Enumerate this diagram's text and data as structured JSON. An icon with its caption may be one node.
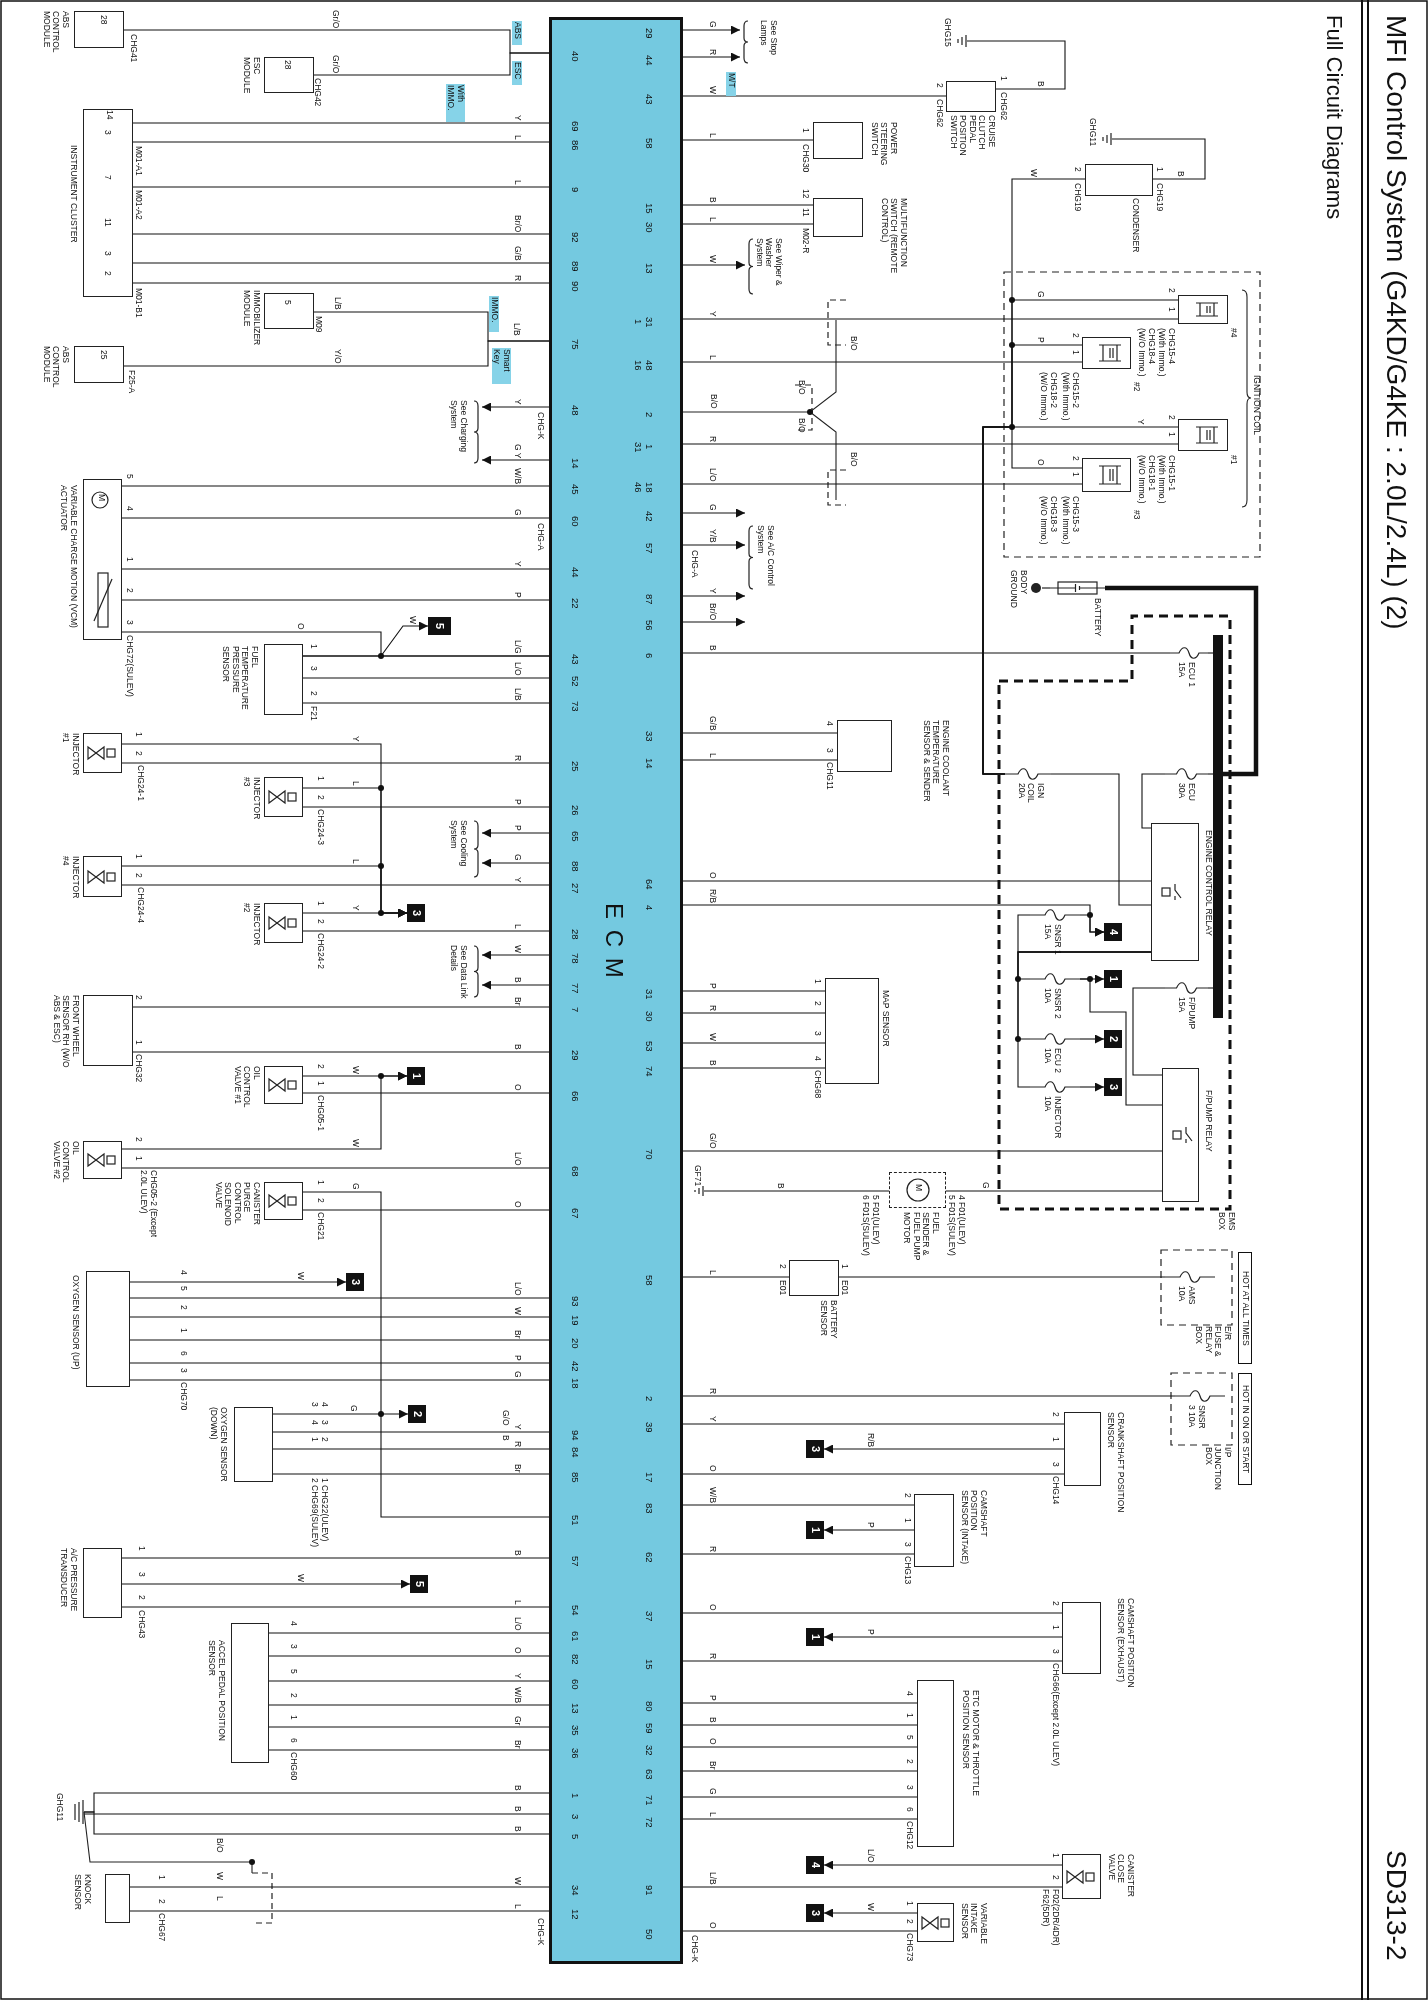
{
  "diagram": {
    "title": "MFI Control System (G4KD/G4KE : 2.0L/2.4L) (2)",
    "nodes": [
      {
        "text": [
          "E C M",
          "40",
          "69",
          "86",
          "9",
          "92",
          "89",
          "90",
          "75",
          "48",
          "14",
          "45",
          "60",
          "44",
          "22",
          "43",
          "52",
          "73",
          "25",
          "26",
          "65",
          "88",
          "27",
          "28",
          "78",
          "77",
          "7",
          "29",
          "66",
          "68",
          "67",
          "93",
          "19",
          "20",
          "42",
          "18",
          "94",
          "84",
          "85",
          "51",
          "57",
          "54",
          "61",
          "82",
          "60",
          "13",
          "35",
          "36",
          "1",
          "3",
          "5",
          "34",
          "12",
          "29",
          "44",
          "43",
          "58",
          "15",
          "30",
          "13",
          "31 1",
          "48 16",
          "2",
          "1 31",
          "18 46",
          "42",
          "57",
          "87",
          "56",
          "6",
          "33",
          "14",
          "64",
          "4",
          "31",
          "30",
          "53",
          "74",
          "70",
          "58",
          "2",
          "39",
          "17",
          "83",
          "62",
          "37",
          "15",
          "80",
          "59",
          "32",
          "63",
          "71",
          "72",
          "91",
          "50"
        ]
      },
      {
        "text": [
          "ABS CONTROL MODULE",
          "28",
          "CHG41"
        ]
      },
      {
        "text": [
          "ESC MODULE",
          "28",
          "CHG42"
        ]
      },
      {
        "text": [
          "INSTRUMENT CLUSTER",
          "14",
          "3",
          "7",
          "11",
          "3",
          "2",
          "M01-A1",
          "M01-A2",
          "M01-B1"
        ]
      },
      {
        "text": [
          "IMMOBILIZER MODULE",
          "5",
          "M09"
        ]
      },
      {
        "text": [
          "ABS CONTROL MODULE",
          "25",
          "F25-A"
        ]
      },
      {
        "text": [
          "See Charging System"
        ]
      },
      {
        "text": [
          "VARIABLE CHARGE MOTION (VCM) ACTUATOR",
          "M",
          "5",
          "4",
          "1",
          "2",
          "3",
          "CHG72(SULEV)"
        ]
      },
      {
        "text": [
          "FUEL TEMPERATURE PRESSURE SENSOR",
          "1",
          "3",
          "2",
          "F21"
        ]
      },
      {
        "text": [
          "5"
        ]
      },
      {
        "text": [
          "INJECTOR #1",
          "1",
          "2",
          "CHG24-1"
        ]
      },
      {
        "text": [
          "INJECTOR #3",
          "1",
          "2",
          "CHG24-3"
        ]
      },
      {
        "text": [
          "See Cooling System"
        ]
      },
      {
        "text": [
          "INJECTOR #4",
          "1",
          "2",
          "CHG24-4"
        ]
      },
      {
        "text": [
          "INJECTOR #2",
          "1",
          "2",
          "CHG24-2"
        ]
      },
      {
        "text": [
          "3"
        ]
      },
      {
        "text": [
          "See Data Link Details"
        ]
      },
      {
        "text": [
          "FRONT WHEEL SENSOR RH (W/O ABS & ESC)",
          "2",
          "1",
          "CHG32"
        ]
      },
      {
        "text": [
          "OIL CONTROL VALVE #1",
          "2",
          "1",
          "CHG05-1"
        ]
      },
      {
        "text": [
          "1"
        ]
      },
      {
        "text": [
          "OIL CONTROL VALVE #2",
          "2",
          "1",
          "CHG05-2 (Except 2.0L ULEV)"
        ]
      },
      {
        "text": [
          "CANISTER PURGE CONTROL SOLENOID VALVE",
          "1",
          "2",
          "CHG21"
        ]
      },
      {
        "text": [
          "3"
        ]
      },
      {
        "text": [
          "OXYGEN SENSOR (UP)",
          "4",
          "5",
          "2",
          "1",
          "6",
          "3",
          "CHG70"
        ]
      },
      {
        "text": [
          "2"
        ]
      },
      {
        "text": [
          "OXYGEN SENSOR (DOWN)",
          "4",
          "3",
          "3",
          "4",
          "2",
          "1",
          "1 CHG22(ULEV)",
          "2 CHG69(SULEV)"
        ]
      },
      {
        "text": [
          "A/C PRESSURE TRANSDUCER",
          "1",
          "3",
          "2",
          "CHG43"
        ]
      },
      {
        "text": [
          "5"
        ]
      },
      {
        "text": [
          "ACCEL PEDAL POSITION SENSOR",
          "4",
          "3",
          "5",
          "2",
          "1",
          "6",
          "CHG60"
        ]
      },
      {
        "text": [
          "GHG11"
        ]
      },
      {
        "text": [
          "KNOCK SENSOR",
          "1",
          "2",
          "CHG67"
        ]
      },
      {
        "text": [
          "See Stop Lamps"
        ]
      },
      {
        "text": [
          "CRUISE CLUTCH PEDAL POSITION SWITCH",
          "1",
          "CHG62",
          "2",
          "CHG62"
        ]
      },
      {
        "text": [
          "GHG15"
        ]
      },
      {
        "text": [
          "POWER STEERING SWITCH",
          "1",
          "CHG30"
        ]
      },
      {
        "text": [
          "MULTIFUNCTION SWITCH (REMOTE CONTROL)",
          "12",
          "11",
          "M02-R"
        ]
      },
      {
        "text": [
          "See Wiper & Washer System"
        ]
      },
      {
        "text": [
          "CONDENSER",
          "1",
          "CHG19",
          "2",
          "CHG19"
        ]
      },
      {
        "text": [
          "GHG11"
        ]
      },
      {
        "text": [
          "#4",
          "2",
          "1",
          "CHG15-4 (With Immo.)",
          "CHG18-4 (W/O Immo.)"
        ]
      },
      {
        "text": [
          "#2",
          "2",
          "1",
          "CHG15-2 (With Immo.)",
          "CHG18-2 (W/O Immo.)"
        ]
      },
      {
        "text": [
          "#1",
          "2",
          "1",
          "CHG15-1 (With Immo.)",
          "CHG18-1 (W/O Immo.)"
        ]
      },
      {
        "text": [
          "#3",
          "2",
          "1",
          "CHG15-3 (With Immo.)",
          "CHG18-3 (W/O Immo.)"
        ]
      },
      {
        "text": [
          "See A/C Control System"
        ]
      },
      {
        "text": [
          "BATTERY"
        ]
      },
      {
        "text": [
          "BODY GROUND"
        ]
      },
      {
        "text": [
          "ECU 1 15A"
        ]
      },
      {
        "text": [
          "IGN COIL 20A"
        ]
      },
      {
        "text": [
          "ECU 30A"
        ]
      },
      {
        "text": [
          "ENGINE CONTROL RELAY"
        ]
      },
      {
        "text": [
          "SNSR 1 15A"
        ]
      },
      {
        "text": [
          "4"
        ]
      },
      {
        "text": [
          "SNSR 2 10A"
        ]
      },
      {
        "text": [
          "1"
        ]
      },
      {
        "text": [
          "ECU 2 10A"
        ]
      },
      {
        "text": [
          "2"
        ]
      },
      {
        "text": [
          "INJECTOR 10A"
        ]
      },
      {
        "text": [
          "3"
        ]
      },
      {
        "text": [
          "F/PUMP 15A"
        ]
      },
      {
        "text": [
          "F/PUMP RELAY"
        ]
      },
      {
        "text": [
          "ENGINE COOLANT TEMPERATURE SENSOR & SENDER",
          "4",
          "3",
          "CHG11"
        ]
      },
      {
        "text": [
          "MAP SENSOR",
          "1",
          "2",
          "3",
          "4",
          "CHG68"
        ]
      },
      {
        "text": [
          "FUEL SENDER & FUEL PUMP MOTOR",
          "M",
          "4 F01(ULEV)",
          "5 F01S(SULEV)",
          "5 F01(ULEV)",
          "6 F01S(SULEV)"
        ]
      },
      {
        "text": [
          "GF71"
        ]
      },
      {
        "text": [
          "BATTERY SENSOR",
          "2",
          "E01",
          "1",
          "E01"
        ]
      },
      {
        "text": [
          "AMS 10A"
        ]
      },
      {
        "text": [
          "SNSR 3 10A"
        ]
      },
      {
        "text": [
          "CRANKSHAFT POSITION SENSOR",
          "2",
          "1",
          "3",
          "CHG14"
        ]
      },
      {
        "text": [
          "3"
        ]
      },
      {
        "text": [
          "CAMSHAFT POSITION SENSOR (INTAKE)",
          "2",
          "1",
          "3",
          "CHG13"
        ]
      },
      {
        "text": [
          "1"
        ]
      },
      {
        "text": [
          "CAMSHAFT POSITION SENSOR (EXHAUST)",
          "2",
          "1",
          "3",
          "CHG66(Except 2.0L ULEV)"
        ]
      },
      {
        "text": [
          "1"
        ]
      },
      {
        "text": [
          "ETC MOTOR & THROTTLE POSITION SENSOR",
          "4",
          "1",
          "5",
          "2",
          "3",
          "6",
          "CHG12"
        ]
      },
      {
        "text": [
          "4"
        ]
      },
      {
        "text": [
          "CANISTER CLOSE VALVE",
          "1",
          "2",
          "F02(2DR/4DR) F62(5DR)"
        ]
      },
      {
        "text": [
          "3"
        ]
      },
      {
        "text": [
          "VARIABLE INTAKE SENSOR",
          "1",
          "2",
          "CHG73"
        ]
      },
      {
        "text": [],
        "shape": "bar"
      }
    ],
    "edges": [
      {
        "from": 1,
        "to": 0,
        "arrow": "none",
        "label": "Gr/O"
      },
      {
        "from": 2,
        "to": 0,
        "arrow": "none",
        "label": "Gr/O"
      },
      {
        "from": 3,
        "to": 0,
        "arrow": "none",
        "label": "Y"
      },
      {
        "from": 3,
        "to": 0,
        "arrow": "none",
        "label": "L"
      },
      {
        "from": 3,
        "to": 0,
        "arrow": "none",
        "label": "L"
      },
      {
        "from": 3,
        "to": 0,
        "arrow": "none",
        "label": "Br/O"
      },
      {
        "from": 3,
        "to": 0,
        "arrow": "none",
        "label": "G/B"
      },
      {
        "from": 3,
        "to": 0,
        "arrow": "none",
        "label": "R"
      },
      {
        "from": 4,
        "to": 0,
        "arrow": "none",
        "label": "L/B"
      },
      {
        "from": 5,
        "to": 0,
        "arrow": "none",
        "label": "Y/O"
      },
      {
        "from": 0,
        "to": 6,
        "arrow": "to",
        "label": "Y"
      },
      {
        "from": 0,
        "to": 6,
        "arrow": "to",
        "label": "G Y"
      },
      {
        "from": 7,
        "to": 0,
        "arrow": "none",
        "label": "W/B"
      },
      {
        "from": 7,
        "to": 0,
        "arrow": "none",
        "label": "G"
      },
      {
        "from": 7,
        "to": 0,
        "arrow": "none",
        "label": "Y"
      },
      {
        "from": 7,
        "to": 0,
        "arrow": "none",
        "label": "P"
      },
      {
        "from": 7,
        "to": 0,
        "arrow": "none",
        "label": "O"
      },
      {
        "from": 8,
        "to": 0,
        "arrow": "none",
        "label": "L/G"
      },
      {
        "from": 8,
        "to": 0,
        "arrow": "none",
        "label": "L/O"
      },
      {
        "from": 8,
        "to": 0,
        "arrow": "none",
        "label": "L/B"
      },
      {
        "from": 8,
        "to": 9,
        "arrow": "to",
        "label": "W"
      },
      {
        "from": 10,
        "to": 15,
        "arrow": "to",
        "label": "Y"
      },
      {
        "from": 10,
        "to": 0,
        "arrow": "none",
        "label": "R"
      },
      {
        "from": 11,
        "to": 15,
        "arrow": "to",
        "label": "L"
      },
      {
        "from": 11,
        "to": 0,
        "arrow": "none",
        "label": "P"
      },
      {
        "from": 0,
        "to": 12,
        "arrow": "to",
        "label": "P"
      },
      {
        "from": 0,
        "to": 12,
        "arrow": "to",
        "label": "G"
      },
      {
        "from": 13,
        "to": 15,
        "arrow": "to",
        "label": "L"
      },
      {
        "from": 13,
        "to": 0,
        "arrow": "none",
        "label": "Y"
      },
      {
        "from": 14,
        "to": 15,
        "arrow": "to",
        "label": "Y"
      },
      {
        "from": 14,
        "to": 0,
        "arrow": "none",
        "label": "L"
      },
      {
        "from": 0,
        "to": 16,
        "arrow": "to",
        "label": "W"
      },
      {
        "from": 0,
        "to": 16,
        "arrow": "to",
        "label": "B"
      },
      {
        "from": 17,
        "to": 0,
        "arrow": "none",
        "label": "Br"
      },
      {
        "from": 17,
        "to": 0,
        "arrow": "none",
        "label": "B"
      },
      {
        "from": 18,
        "to": 19,
        "arrow": "to",
        "label": "W"
      },
      {
        "from": 18,
        "to": 0,
        "arrow": "none",
        "label": "O"
      },
      {
        "from": 20,
        "to": 19,
        "arrow": "to",
        "label": "W"
      },
      {
        "from": 20,
        "to": 0,
        "arrow": "none",
        "label": "L/O"
      },
      {
        "from": 21,
        "to": 0,
        "arrow": "none",
        "label": "G"
      },
      {
        "from": 21,
        "to": 0,
        "arrow": "none",
        "label": "O"
      },
      {
        "from": 23,
        "to": 22,
        "arrow": "to",
        "label": "W"
      },
      {
        "from": 23,
        "to": 0,
        "arrow": "none",
        "label": "L/O"
      },
      {
        "from": 23,
        "to": 0,
        "arrow": "none",
        "label": "W"
      },
      {
        "from": 23,
        "to": 0,
        "arrow": "none",
        "label": "Br"
      },
      {
        "from": 23,
        "to": 0,
        "arrow": "none",
        "label": "P"
      },
      {
        "from": 23,
        "to": 0,
        "arrow": "none",
        "label": "G"
      },
      {
        "from": 25,
        "to": 24,
        "arrow": "to",
        "label": "G"
      },
      {
        "from": 25,
        "to": 0,
        "arrow": "none",
        "label": "Y"
      },
      {
        "from": 25,
        "to": 0,
        "arrow": "none",
        "label": "R"
      },
      {
        "from": 25,
        "to": 0,
        "arrow": "none",
        "label": "Br"
      },
      {
        "from": 26,
        "to": 0,
        "arrow": "none",
        "label": "B"
      },
      {
        "from": 26,
        "to": 27,
        "arrow": "to",
        "label": "W"
      },
      {
        "from": 26,
        "to": 0,
        "arrow": "none",
        "label": "L"
      },
      {
        "from": 28,
        "to": 0,
        "arrow": "none",
        "label": "L/O"
      },
      {
        "from": 28,
        "to": 0,
        "arrow": "none",
        "label": "O"
      },
      {
        "from": 28,
        "to": 0,
        "arrow": "none",
        "label": "Y"
      },
      {
        "from": 28,
        "to": 0,
        "arrow": "none",
        "label": "W/B"
      },
      {
        "from": 28,
        "to": 0,
        "arrow": "none",
        "label": "Gr"
      },
      {
        "from": 28,
        "to": 0,
        "arrow": "none",
        "label": "Br"
      },
      {
        "from": 29,
        "to": 0,
        "arrow": "none",
        "label": "B"
      },
      {
        "from": 29,
        "to": 0,
        "arrow": "none",
        "label": "B"
      },
      {
        "from": 29,
        "to": 0,
        "arrow": "none",
        "label": "B"
      },
      {
        "from": 30,
        "to": 0,
        "arrow": "none",
        "label": "W"
      },
      {
        "from": 30,
        "to": 0,
        "arrow": "none",
        "label": "L"
      },
      {
        "from": 0,
        "to": 31,
        "arrow": "to",
        "label": "G"
      },
      {
        "from": 0,
        "to": 31,
        "arrow": "to",
        "label": "R"
      },
      {
        "from": 0,
        "to": 32,
        "arrow": "none",
        "label": "W"
      },
      {
        "from": 32,
        "to": 33,
        "arrow": "none",
        "label": "B"
      },
      {
        "from": 0,
        "to": 34,
        "arrow": "none",
        "label": "L"
      },
      {
        "from": 0,
        "to": 35,
        "arrow": "none",
        "label": "B"
      },
      {
        "from": 0,
        "to": 35,
        "arrow": "none",
        "label": "L"
      },
      {
        "from": 0,
        "to": 36,
        "arrow": "to",
        "label": "W"
      },
      {
        "from": 37,
        "to": 38,
        "arrow": "none",
        "label": "B"
      },
      {
        "from": 37,
        "to": 47,
        "arrow": "none",
        "label": "W"
      },
      {
        "from": 47,
        "to": 39,
        "arrow": "none",
        "label": "G"
      },
      {
        "from": 47,
        "to": 40,
        "arrow": "none",
        "label": "P"
      },
      {
        "from": 47,
        "to": 41,
        "arrow": "none",
        "label": "Y"
      },
      {
        "from": 47,
        "to": 42,
        "arrow": "none",
        "label": "O"
      },
      {
        "from": 0,
        "to": 39,
        "arrow": "none",
        "label": "Y"
      },
      {
        "from": 0,
        "to": 40,
        "arrow": "none",
        "label": "L"
      },
      {
        "from": 0,
        "to": 41,
        "arrow": "none",
        "label": "R"
      },
      {
        "from": 0,
        "to": 42,
        "arrow": "none",
        "label": "L/O"
      },
      {
        "from": 0,
        "to": 43,
        "arrow": "to",
        "label": "G"
      },
      {
        "from": 0,
        "to": 43,
        "arrow": "to",
        "label": "Y/B"
      },
      {
        "from": 0,
        "to": 43,
        "arrow": "to",
        "label": "Y"
      },
      {
        "from": 0,
        "to": 43,
        "arrow": "to",
        "label": "Br/O"
      },
      {
        "from": 0,
        "to": 46,
        "arrow": "none",
        "label": "B"
      },
      {
        "from": 46,
        "to": 78,
        "arrow": "none"
      },
      {
        "from": 44,
        "to": 78,
        "arrow": "none",
        "style": "thick"
      },
      {
        "from": 45,
        "to": 44,
        "arrow": "none"
      },
      {
        "from": 78,
        "to": 48,
        "arrow": "none"
      },
      {
        "from": 48,
        "to": 49,
        "arrow": "none"
      },
      {
        "from": 47,
        "to": 49,
        "arrow": "none"
      },
      {
        "from": 0,
        "to": 49,
        "arrow": "none",
        "label": "O"
      },
      {
        "from": 0,
        "to": 51,
        "arrow": "to",
        "label": "R/B"
      },
      {
        "from": 49,
        "to": 50,
        "arrow": "none"
      },
      {
        "from": 50,
        "to": 51,
        "arrow": "to"
      },
      {
        "from": 49,
        "to": 52,
        "arrow": "none"
      },
      {
        "from": 52,
        "to": 53,
        "arrow": "to"
      },
      {
        "from": 52,
        "to": 59,
        "arrow": "none"
      },
      {
        "from": 49,
        "to": 54,
        "arrow": "none"
      },
      {
        "from": 54,
        "to": 55,
        "arrow": "to"
      },
      {
        "from": 49,
        "to": 56,
        "arrow": "none"
      },
      {
        "from": 56,
        "to": 57,
        "arrow": "to"
      },
      {
        "from": 78,
        "to": 58,
        "arrow": "none"
      },
      {
        "from": 58,
        "to": 59,
        "arrow": "none"
      },
      {
        "from": 0,
        "to": 60,
        "arrow": "none",
        "label": "G/B"
      },
      {
        "from": 0,
        "to": 60,
        "arrow": "none",
        "label": "L"
      },
      {
        "from": 0,
        "to": 61,
        "arrow": "none",
        "label": "P"
      },
      {
        "from": 0,
        "to": 61,
        "arrow": "none",
        "label": "R"
      },
      {
        "from": 0,
        "to": 61,
        "arrow": "none",
        "label": "W"
      },
      {
        "from": 0,
        "to": 61,
        "arrow": "none",
        "label": "B"
      },
      {
        "from": 0,
        "to": 59,
        "arrow": "none",
        "label": "G/O"
      },
      {
        "from": 59,
        "to": 62,
        "arrow": "none",
        "label": "G"
      },
      {
        "from": 62,
        "to": 63,
        "arrow": "none",
        "label": "B"
      },
      {
        "from": 0,
        "to": 64,
        "arrow": "none",
        "label": "L"
      },
      {
        "from": 64,
        "to": 65,
        "arrow": "none"
      },
      {
        "from": 0,
        "to": 66,
        "arrow": "none",
        "label": "R"
      },
      {
        "from": 0,
        "to": 67,
        "arrow": "none",
        "label": "Y"
      },
      {
        "from": 67,
        "to": 68,
        "arrow": "to",
        "label": "R/B"
      },
      {
        "from": 0,
        "to": 67,
        "arrow": "none",
        "label": "O"
      },
      {
        "from": 0,
        "to": 69,
        "arrow": "none",
        "label": "W/B"
      },
      {
        "from": 69,
        "to": 70,
        "arrow": "to",
        "label": "P"
      },
      {
        "from": 0,
        "to": 69,
        "arrow": "none",
        "label": "R"
      },
      {
        "from": 0,
        "to": 71,
        "arrow": "none",
        "label": "O"
      },
      {
        "from": 71,
        "to": 72,
        "arrow": "to",
        "label": "P"
      },
      {
        "from": 0,
        "to": 71,
        "arrow": "none",
        "label": "R"
      },
      {
        "from": 0,
        "to": 73,
        "arrow": "none",
        "label": "P"
      },
      {
        "from": 0,
        "to": 73,
        "arrow": "none",
        "label": "B"
      },
      {
        "from": 0,
        "to": 73,
        "arrow": "none",
        "label": "O"
      },
      {
        "from": 0,
        "to": 73,
        "arrow": "none",
        "label": "Br"
      },
      {
        "from": 0,
        "to": 73,
        "arrow": "none",
        "label": "G"
      },
      {
        "from": 0,
        "to": 73,
        "arrow": "none",
        "label": "L"
      },
      {
        "from": 75,
        "to": 74,
        "arrow": "to",
        "label": "L/O"
      },
      {
        "from": 0,
        "to": 75,
        "arrow": "none",
        "label": "L/B"
      },
      {
        "from": 77,
        "to": 76,
        "arrow": "to",
        "label": "W"
      },
      {
        "from": 0,
        "to": 77,
        "arrow": "none",
        "label": "O"
      }
    ],
    "labels": [
      "Full Circuit Diagrams",
      "SD313-2",
      "ABS",
      "ESC",
      "With IMMO.",
      "IMMO.",
      "Smart Key",
      "L/B",
      "CHG-K",
      "CHG-A",
      "CHG-A",
      "M/T",
      "B/O",
      "B/O",
      "B/O",
      "B/O",
      "B/O",
      "IGNITION COIL",
      "EMS BOX",
      "HOT AT ALL TIMES",
      "E/R FUSE & RELAY BOX",
      "HOT IN ON OR START",
      "I/P JUNCTION BOX",
      "G/O",
      "B",
      "B/O",
      "W",
      "L",
      "CHG-K",
      "CHG-K"
    ]
  }
}
